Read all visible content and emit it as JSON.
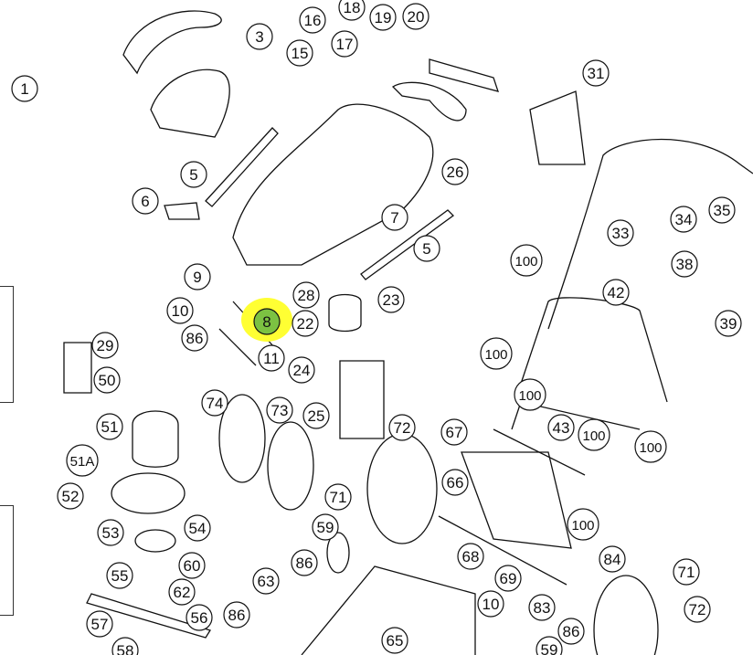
{
  "diagram": {
    "highlight_color": "#ffff33",
    "highlight_circle_color": "#7cc242",
    "highlighted_part": "8",
    "callouts": [
      "1",
      "3",
      "15",
      "16",
      "17",
      "18",
      "19",
      "20",
      "31",
      "5",
      "26",
      "6",
      "7",
      "34",
      "35",
      "33",
      "5",
      "38",
      "100",
      "9",
      "28",
      "23",
      "42",
      "10",
      "8",
      "22",
      "39",
      "86",
      "29",
      "11",
      "24",
      "100",
      "50",
      "74",
      "73",
      "25",
      "100",
      "72",
      "67",
      "43",
      "100",
      "100",
      "51",
      "51A",
      "52",
      "71",
      "66",
      "59",
      "54",
      "53",
      "100",
      "60",
      "55",
      "86",
      "68",
      "84",
      "69",
      "63",
      "71",
      "62",
      "10",
      "83",
      "72",
      "56",
      "86",
      "57",
      "86",
      "58",
      "65",
      "59"
    ]
  }
}
